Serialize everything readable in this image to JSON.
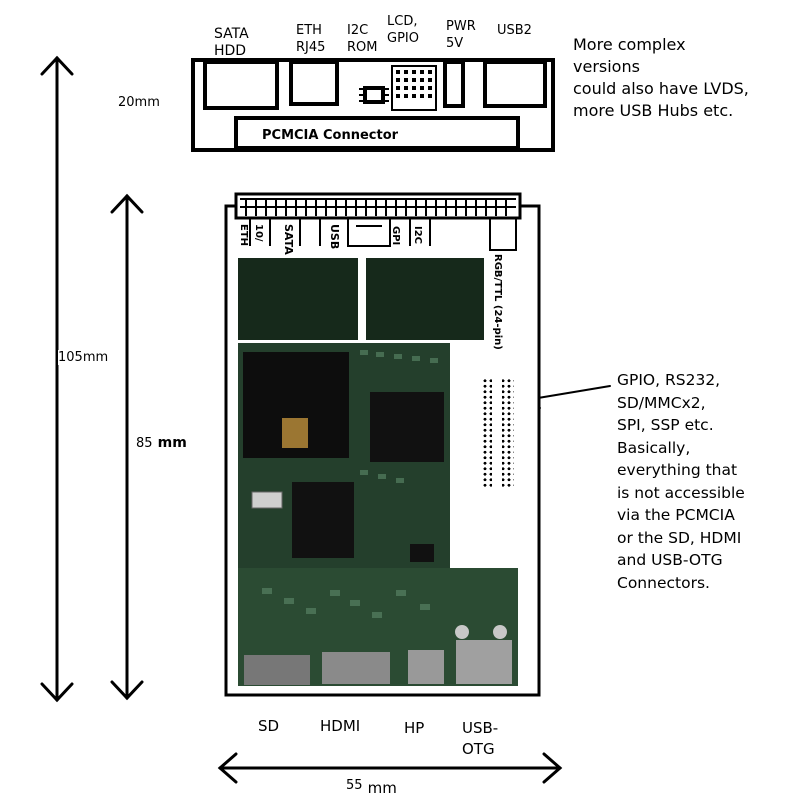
{
  "top_board": {
    "connectors": [
      {
        "line1": "SATA",
        "line2": "HDD"
      },
      {
        "line1": "ETH",
        "line2": "RJ45"
      },
      {
        "line1": "I2C",
        "line2": "ROM"
      },
      {
        "line1": "LCD,",
        "line2": "GPIO"
      },
      {
        "line1": "PWR",
        "line2": "5V"
      },
      {
        "line1": "USB2",
        "line2": ""
      }
    ],
    "pcmcia_label": "PCMCIA Connector",
    "height_label": "20mm",
    "note": [
      "More complex",
      "versions",
      "could also have LVDS,",
      "more USB Hubs etc."
    ]
  },
  "main_board": {
    "header_pins": [
      "10/",
      "ETH",
      "SATA",
      "USB",
      "GPI",
      "I2C"
    ],
    "rgb_label": "RGB/TTL (24-pin)",
    "outer_height_label": "105mm",
    "inner_height_value": "85",
    "inner_height_unit": "mm",
    "width_value": "55",
    "width_unit": "mm",
    "bottom_connectors": [
      {
        "line1": "SD",
        "line2": ""
      },
      {
        "line1": "HDMI",
        "line2": ""
      },
      {
        "line1": "HP",
        "line2": ""
      },
      {
        "line1": "USB-",
        "line2": "OTG"
      }
    ],
    "gpio_note": [
      "GPIO, RS232,",
      "SD/MMCx2,",
      "SPI, SSP etc.",
      "Basically,",
      "everything that",
      "is not accessible",
      "via the PCMCIA",
      "or the SD, HDMI",
      "and USB-OTG",
      "Connectors."
    ]
  }
}
